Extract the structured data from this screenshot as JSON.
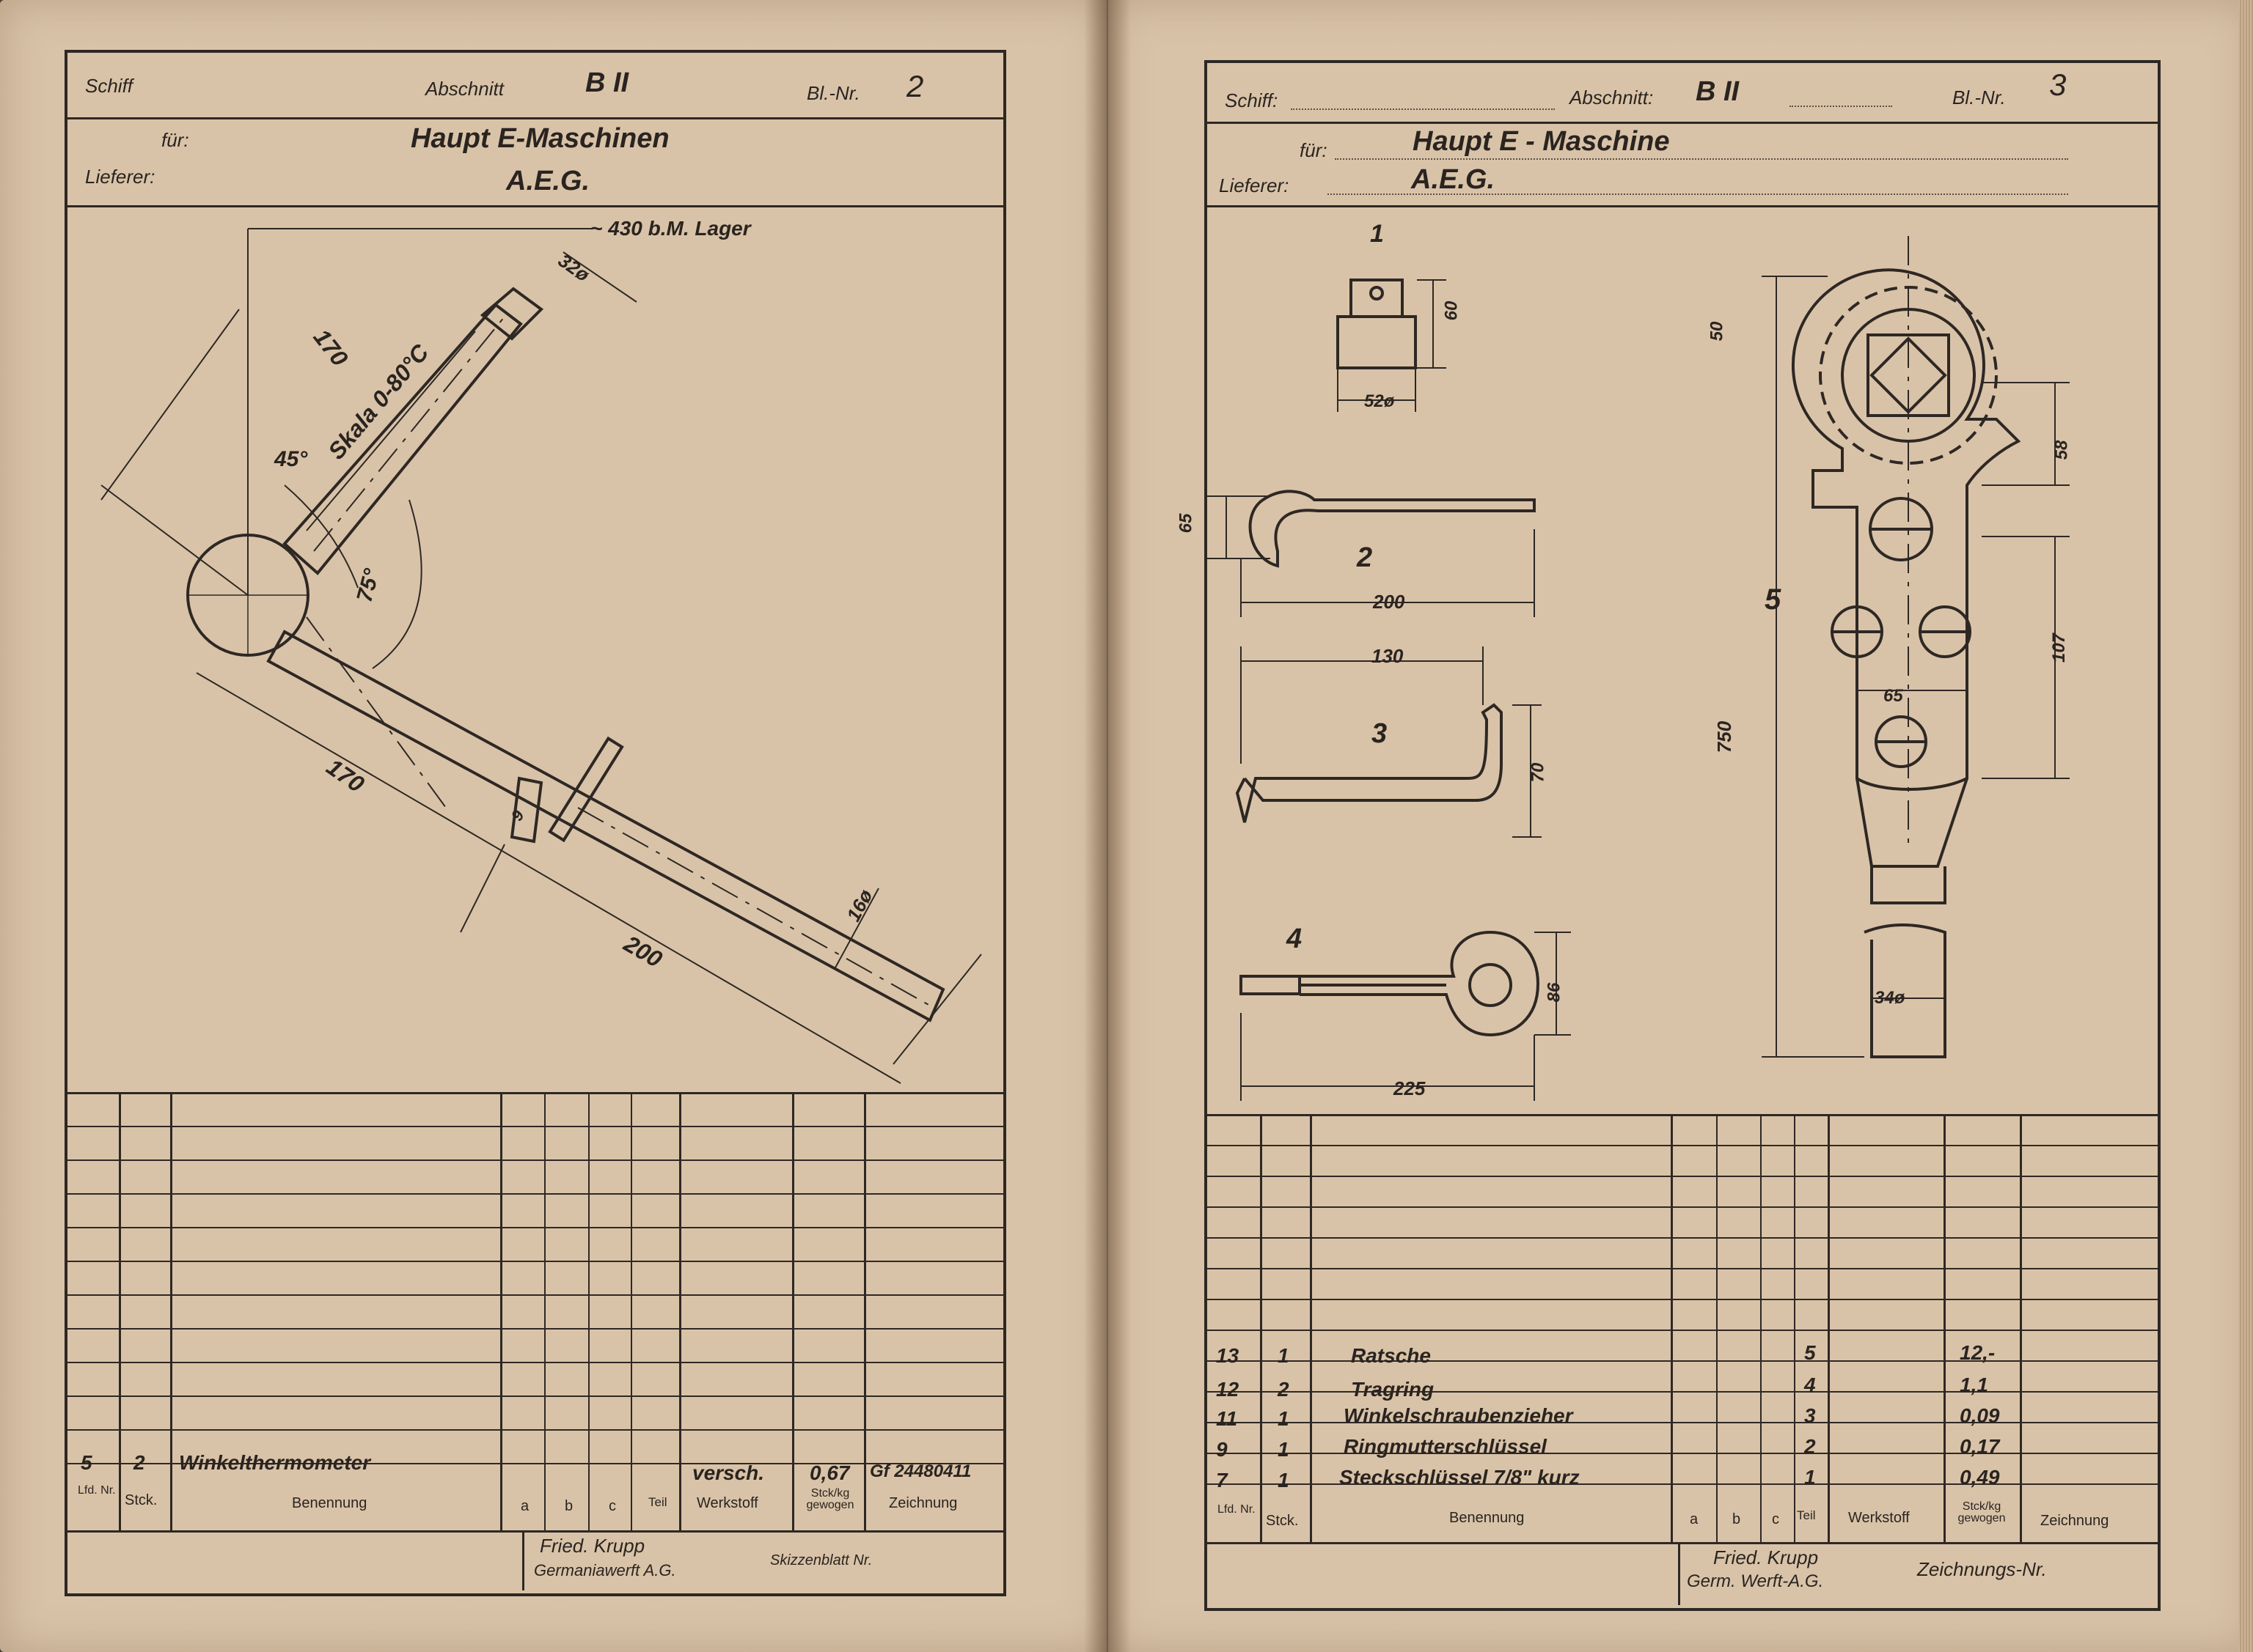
{
  "left_sheet": {
    "header": {
      "schiff_label": "Schiff",
      "abschnitt_label": "Abschnitt",
      "abschnitt_value": "B II",
      "blatt_label": "Bl.-Nr.",
      "blatt_value": "2",
      "fuer_label": "für:",
      "fuer_value": "Haupt E-Maschinen",
      "lieferer_label": "Lieferer:",
      "lieferer_value": "A.E.G."
    },
    "drawing": {
      "note": "~ 430 b.M. Lager",
      "dim_170_top": "170",
      "dim_32": "32ø",
      "scale_text": "Skala 0-80°C",
      "angle_45": "45°",
      "angle_75": "75°",
      "dim_170_bottom": "170",
      "dim_9": "9",
      "dim_200": "200",
      "dim_16": "16ø"
    },
    "parts_list": {
      "rows": [
        {
          "nr": "5",
          "stck": "2",
          "name": "Winkelthermometer",
          "werkstoff": "versch.",
          "gewicht": "0,67",
          "zeichnung": "Gf 24480411"
        }
      ],
      "columns": {
        "lfd_nr": "Lfd. Nr.",
        "stck": "Stck.",
        "benennung": "Benennung",
        "a": "a",
        "b": "b",
        "c": "c",
        "teil": "Teil",
        "werkstoff": "Werkstoff",
        "gewicht": "Stck/kg gewogen",
        "zeichnung": "Zeichnung"
      }
    },
    "footer": {
      "company_line1": "Fried. Krupp",
      "company_line2": "Germaniawerft A.G.",
      "skizzenblatt": "Skizzenblatt Nr."
    }
  },
  "right_sheet": {
    "header": {
      "schiff_label": "Schiff:",
      "abschnitt_label": "Abschnitt:",
      "abschnitt_value": "B II",
      "blatt_label": "Bl.-Nr.",
      "blatt_value": "3",
      "fuer_label": "für:",
      "fuer_value": "Haupt E - Maschine",
      "lieferer_label": "Lieferer:",
      "lieferer_value": "A.E.G."
    },
    "drawing": {
      "part1": "1",
      "dim_60": "60",
      "dim_52": "52ø",
      "part2": "2",
      "dim_65": "65",
      "dim_200": "200",
      "part3": "3",
      "dim_130": "130",
      "dim_70": "70",
      "part4": "4",
      "dim_86": "86",
      "dim_225": "225",
      "part5": "5",
      "dim_50": "50",
      "dim_58": "58",
      "dim_107": "107",
      "dim_65b": "65",
      "dim_750": "750",
      "dim_34": "34ø"
    },
    "parts_list": {
      "rows": [
        {
          "nr": "13",
          "stck": "1",
          "name": "Ratsche",
          "teil": "5",
          "gewicht": "12,-"
        },
        {
          "nr": "12",
          "stck": "2",
          "name": "Tragring",
          "teil": "4",
          "gewicht": "1,1"
        },
        {
          "nr": "11",
          "stck": "1",
          "name": "Winkelschraubenzieher",
          "teil": "3",
          "gewicht": "0,09"
        },
        {
          "nr": "9",
          "stck": "1",
          "name": "Ringmutterschlüssel",
          "teil": "2",
          "gewicht": "0,17"
        },
        {
          "nr": "7",
          "stck": "1",
          "name": "Steckschlüssel 7/8\" kurz",
          "teil": "1",
          "gewicht": "0,49"
        }
      ],
      "columns": {
        "lfd_nr": "Lfd. Nr.",
        "stck": "Stck.",
        "benennung": "Benennung",
        "a": "a",
        "b": "b",
        "c": "c",
        "teil": "Teil",
        "werkstoff": "Werkstoff",
        "gewicht": "Stck/kg gewogen",
        "zeichnung": "Zeichnung"
      }
    },
    "footer": {
      "company_line1": "Fried. Krupp",
      "company_line2": "Germ. Werft-A.G.",
      "zeichnungs_nr": "Zeichnungs-Nr."
    }
  }
}
